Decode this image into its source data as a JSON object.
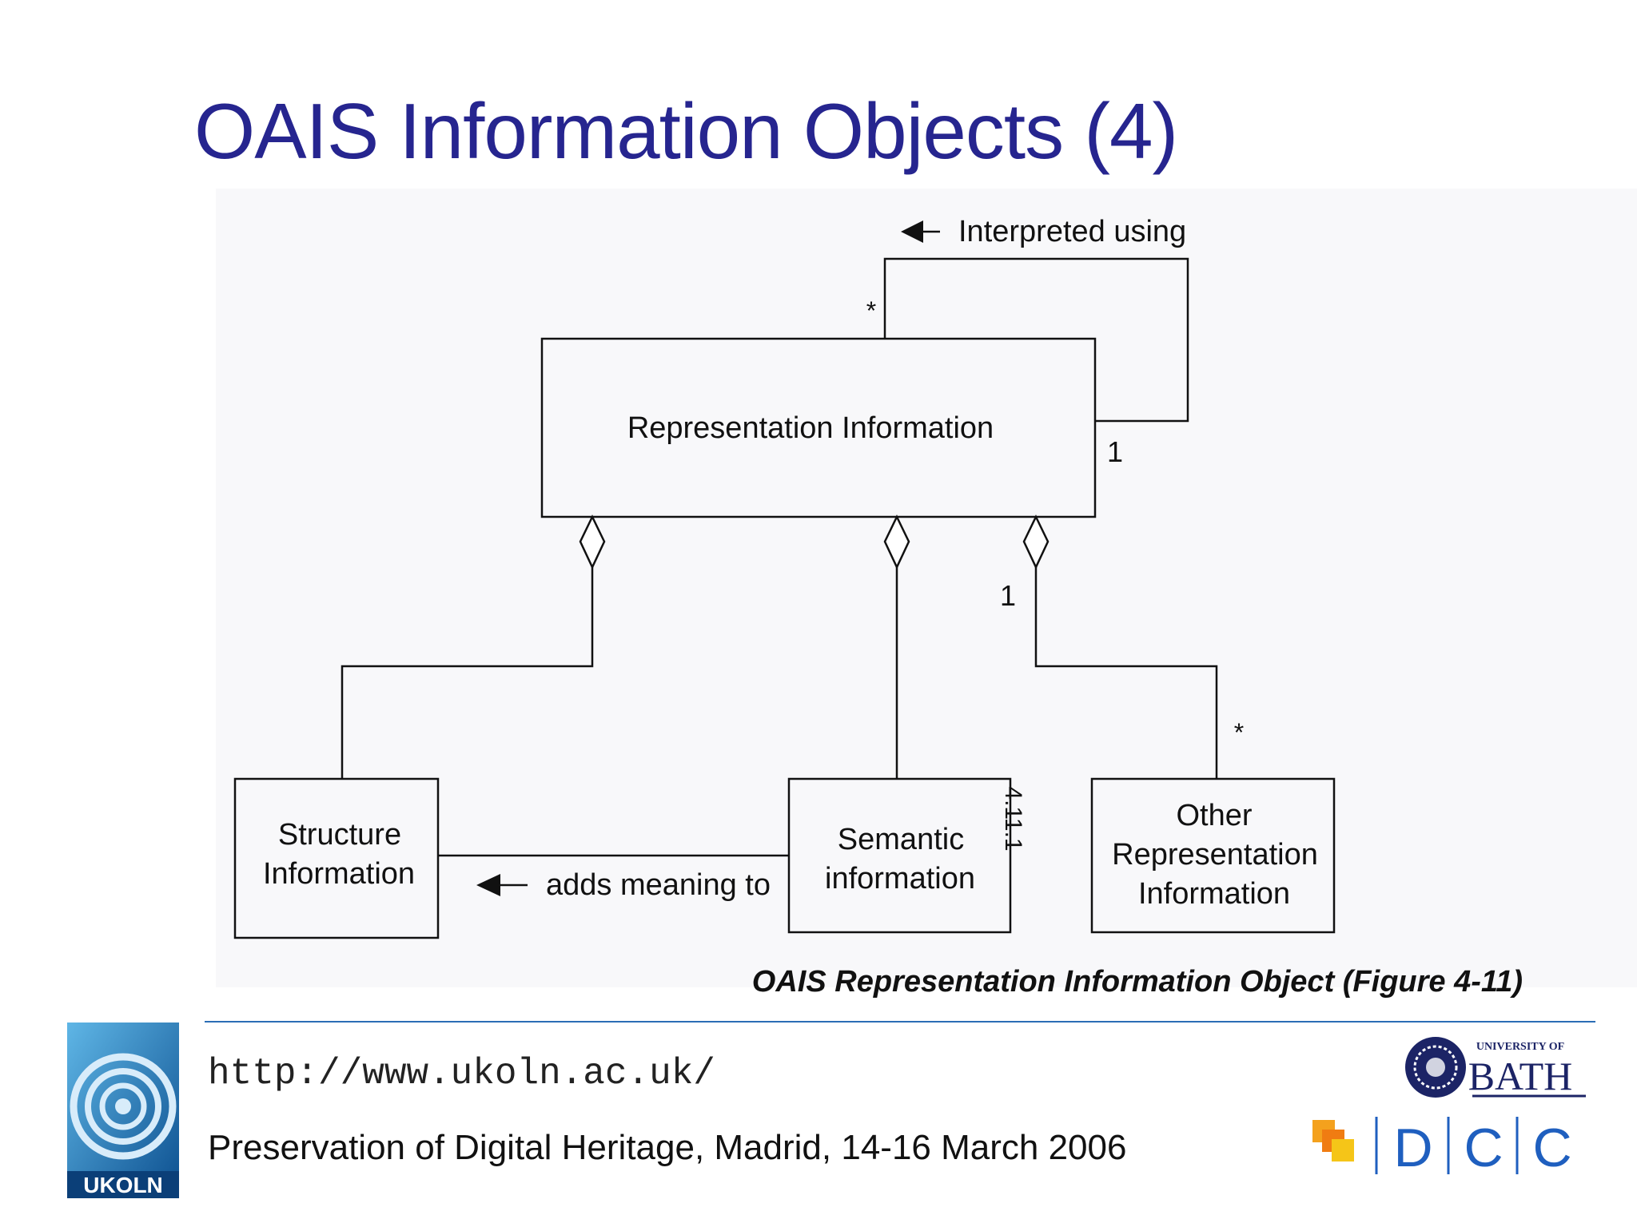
{
  "slide": {
    "title": "OAIS Information Objects (4)",
    "caption": "OAIS Representation Information Object (Figure 4-11)"
  },
  "diagram": {
    "boxes": {
      "representation_information": "Representation Information",
      "structure_information": [
        "Structure",
        "Information"
      ],
      "semantic_information": [
        "Semantic",
        "information"
      ],
      "other_representation_information": [
        "Other",
        "Representation",
        "Information"
      ]
    },
    "labels": {
      "interpreted_using": "Interpreted using",
      "adds_meaning_to": "adds meaning to",
      "figure_number": "4.11.1"
    },
    "multiplicities": {
      "self_loop_star": "*",
      "self_loop_one": "1",
      "other_one": "1",
      "other_star": "*"
    }
  },
  "footer": {
    "url": "http://www.ukoln.ac.uk/",
    "event": "Preservation of Digital Heritage, Madrid, 14-16 March 2006",
    "logos": {
      "ukoln": "UKOLN",
      "bath_small": "UNIVERSITY OF",
      "bath_big": "BATH",
      "dcc": [
        "D",
        "C",
        "C"
      ]
    }
  },
  "colors": {
    "title": "#26258f",
    "rule": "#2b6db5",
    "dcc_blue": "#1f5fbf",
    "bath_navy": "#1c2466",
    "ukoln_blue": "#1b6fb3"
  }
}
